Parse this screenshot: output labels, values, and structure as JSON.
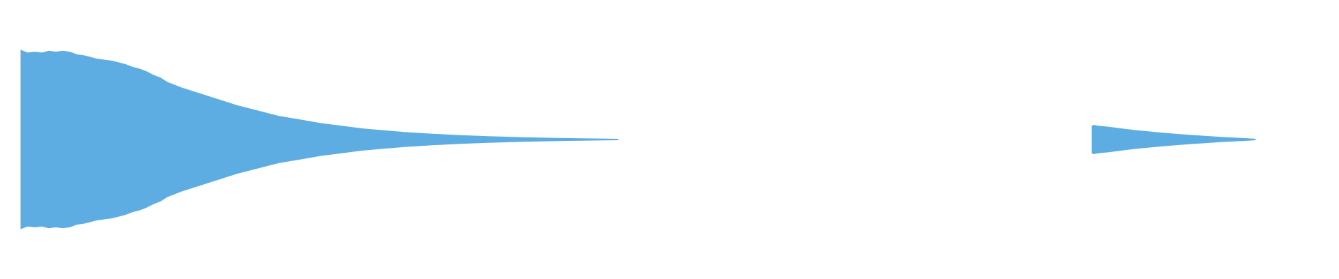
{
  "chart_data": {
    "type": "area",
    "title": "",
    "xlabel": "",
    "ylabel": "",
    "fill_color": "#5dade2",
    "background_color": "#ffffff",
    "grid": false,
    "legend": "none",
    "x_range": [
      0,
      1920
    ],
    "y_range": [
      -1,
      1
    ],
    "segments": [
      {
        "x": [
          30,
          33,
          40,
          50,
          60,
          70,
          80,
          90,
          100,
          110,
          120,
          130,
          140,
          150,
          160,
          170,
          180,
          190,
          200,
          210,
          220,
          230,
          240,
          250,
          260,
          280,
          300,
          320,
          340,
          360,
          380,
          400,
          430,
          460,
          490,
          520,
          550,
          580,
          620,
          660,
          700,
          750,
          800,
          850,
          886
        ],
        "amplitude": [
          1.0,
          0.99,
          0.97,
          0.98,
          0.97,
          0.99,
          0.98,
          0.99,
          0.98,
          0.95,
          0.94,
          0.92,
          0.9,
          0.89,
          0.88,
          0.86,
          0.84,
          0.81,
          0.79,
          0.76,
          0.72,
          0.69,
          0.64,
          0.61,
          0.58,
          0.53,
          0.48,
          0.43,
          0.38,
          0.34,
          0.3,
          0.26,
          0.22,
          0.18,
          0.15,
          0.12,
          0.1,
          0.08,
          0.06,
          0.045,
          0.033,
          0.022,
          0.014,
          0.008,
          0.004
        ]
      },
      {
        "x": [
          1566,
          1568,
          1575,
          1590,
          1610,
          1630,
          1650,
          1670,
          1690,
          1710,
          1730,
          1750,
          1770,
          1790,
          1800
        ],
        "amplitude": [
          0.15,
          0.16,
          0.15,
          0.138,
          0.118,
          0.1,
          0.085,
          0.07,
          0.058,
          0.046,
          0.036,
          0.026,
          0.017,
          0.01,
          0.004
        ]
      }
    ]
  }
}
